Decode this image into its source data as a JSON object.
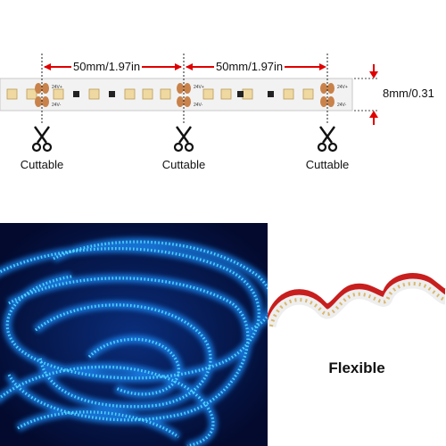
{
  "strip": {
    "pad_positive": "24V+",
    "pad_negative": "24V-"
  },
  "dimensions": {
    "segment_left": "50mm/1.97in",
    "segment_right": "50mm/1.97in",
    "width": "8mm/0.31"
  },
  "cut_points": [
    {
      "label": "Cuttable",
      "icon": "scissors-icon"
    },
    {
      "label": "Cuttable",
      "icon": "scissors-icon"
    },
    {
      "label": "Cuttable",
      "icon": "scissors-icon"
    }
  ],
  "flexible": {
    "label": "Flexible"
  },
  "colors": {
    "strip_pcb": "#f2f2f2",
    "strip_border": "#c8c8c8",
    "led_chip": "#f0d9a0",
    "resistor": "#222222",
    "copper_pad": "#c9824a",
    "dimension_arrow": "#e00000",
    "led_glow": "#1ab0ff",
    "background_dark": "#030a2e",
    "strip_backing_red": "#c81e1e"
  }
}
